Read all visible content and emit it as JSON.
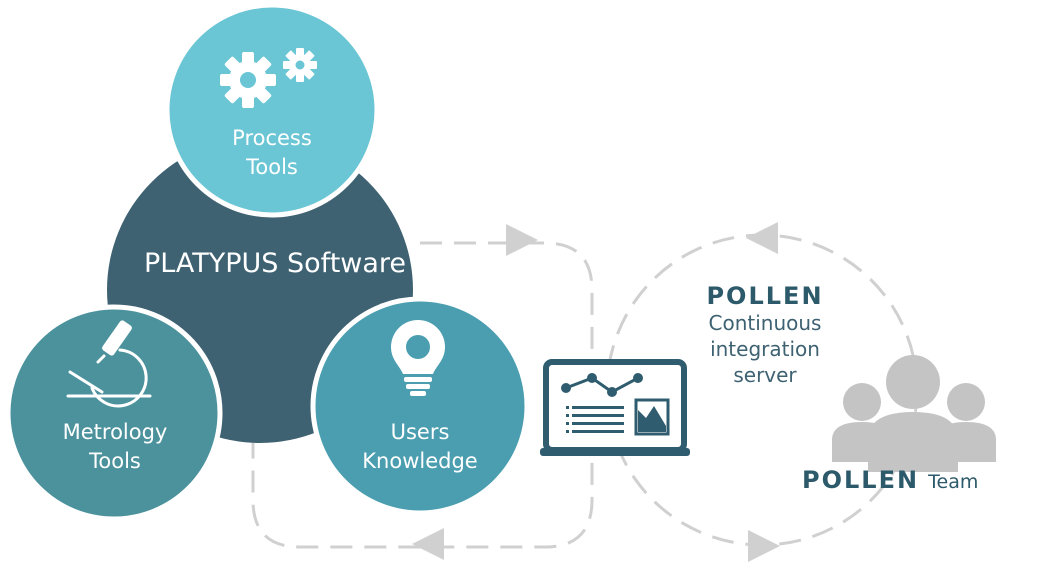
{
  "diagram": {
    "center": {
      "title": "PLATYPUS Software"
    },
    "nodes": {
      "process": {
        "line1": "Process",
        "line2": "Tools",
        "icon": "gears-icon"
      },
      "metrology": {
        "line1": "Metrology",
        "line2": "Tools",
        "icon": "microscope-icon"
      },
      "users": {
        "line1": "Users",
        "line2": "Knowledge",
        "icon": "lightbulb-icon"
      }
    },
    "server": {
      "brand": "POLLEN",
      "line1": "Continuous",
      "line2": "integration",
      "line3": "server",
      "icon": "laptop-chart-icon"
    },
    "team": {
      "brand": "POLLEN",
      "suffix": "Team",
      "icon": "people-group-icon"
    },
    "colors": {
      "dark_teal": "#3e6272",
      "light_teal": "#6ac5d4",
      "mid_teal": "#4a9eb0",
      "metrology_teal": "#4b929d",
      "dash_grey": "#d0d0d0",
      "team_grey": "#c4c4c4",
      "brand_navy": "#2d5a6b"
    }
  }
}
